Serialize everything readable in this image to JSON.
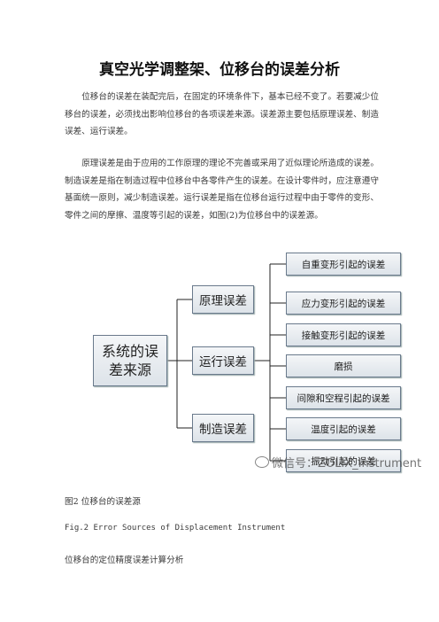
{
  "title": "真空光学调整架、位移台的误差分析",
  "paragraphs": [
    "位移台的误差在装配完后，在固定的环境条件下，基本已经不变了。若要减少位移台的误差，必须找出影响位移台的各项误差来源。误差源主要包括原理误差、制造误差、运行误差。",
    "原理误差是由于应用的工作原理的理论不完善或采用了近似理论所造成的误差。制造误差是指在制造过程中位移台中各零件产生的误差。在设计零件时，应注意遵守基面统一原则，减少制造误差。运行误差是指在位移台运行过程中由于零件的变形、零件之间的摩擦、温度等引起的误差，如图(2)为位移台中的误差源。"
  ],
  "diagram": {
    "root": "系统的误差来源",
    "branches": [
      "原理误差",
      "运行误差",
      "制造误差"
    ],
    "leaves": [
      "自重变形引起的误差",
      "应力变形引起的误差",
      "接触变形引起的误差",
      "磨损",
      "间隙和空程引起的误差",
      "温度引起的误差",
      "振动引起的误差"
    ],
    "watermark": "微信号：ZOLIX_Instrument"
  },
  "caption_cn": "图2 位移台的误差源",
  "caption_en": "Fig.2 Error Sources of Displacement Instrument",
  "section_heading": "位移台的定位精度误差计算分析"
}
